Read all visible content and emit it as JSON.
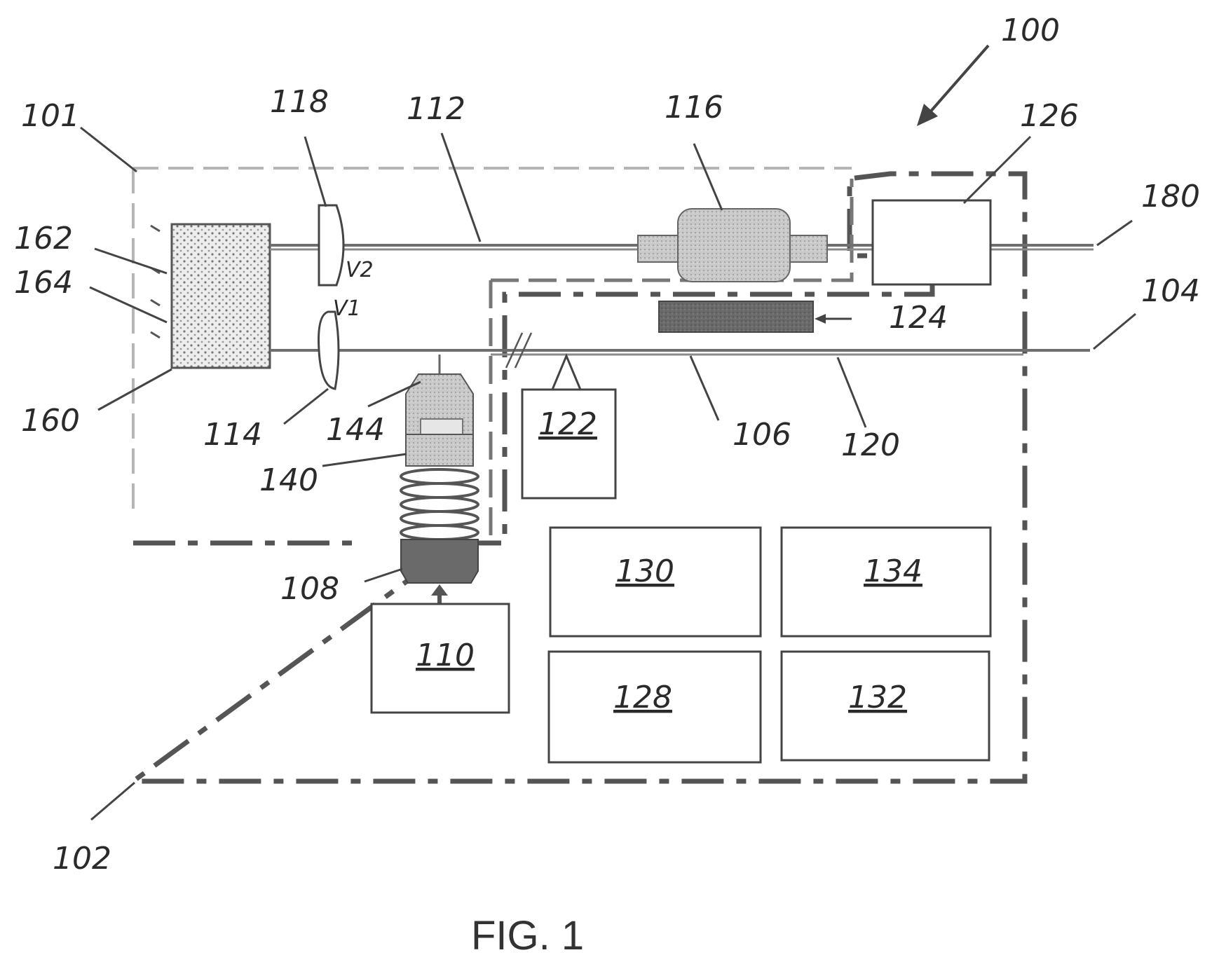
{
  "labels": {
    "l100": "100",
    "l101": "101",
    "l102": "102",
    "l104": "104",
    "l106": "106",
    "l108": "108",
    "l110": "110",
    "l112": "112",
    "l114": "114",
    "l116": "116",
    "l118": "118",
    "l120": "120",
    "l122": "122",
    "l124": "124",
    "l126": "126",
    "l128": "128",
    "l130": "130",
    "l132": "132",
    "l134": "134",
    "l140": "140",
    "l144": "144",
    "l160": "160",
    "l162": "162",
    "l164": "164",
    "l180": "180",
    "v1": "V1",
    "v2": "V2"
  },
  "caption": "FIG. 1",
  "colors": {
    "ink": "#2a2a2a",
    "dash": "#555555",
    "filled_block": "#6d6d6d",
    "stipple": "#bdbdbd"
  }
}
